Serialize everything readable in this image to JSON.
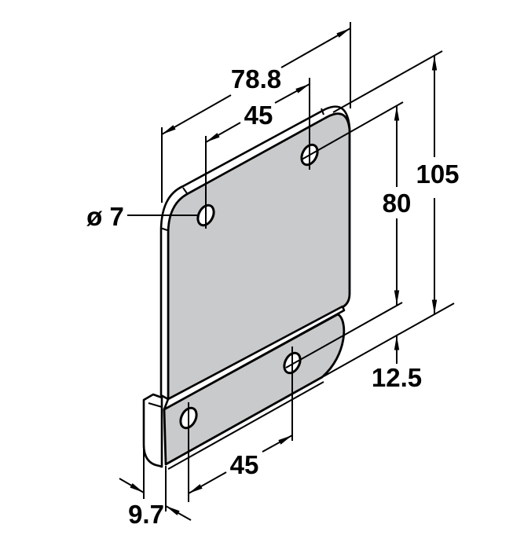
{
  "drawing": {
    "type": "dimensioned-part-drawing",
    "part": "mounting-bracket-isometric-view",
    "colors": {
      "face": "#c9cacb",
      "line": "#000000",
      "background": "#ffffff"
    },
    "dimensions": {
      "hole_diameter": "ø 7",
      "upper_width": "78.8",
      "upper_hole_spacing": "45",
      "overall_height": "105",
      "hole_row_spacing": "80",
      "lower_hole_edge_offset": "12.5",
      "lower_hole_spacing": "45",
      "channel_depth": "9.7"
    }
  }
}
